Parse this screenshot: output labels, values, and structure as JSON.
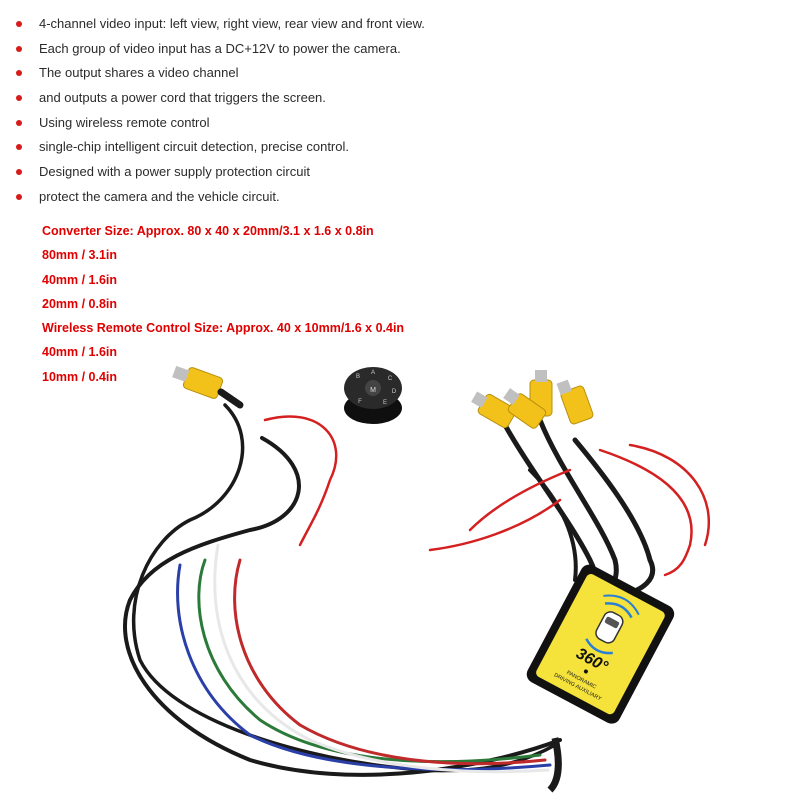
{
  "features": [
    "4-channel video input: left view, right view, rear view and front view.",
    "Each group of video input has a DC+12V to power the camera.",
    "The output shares a video channel",
    "and outputs a power cord that triggers the screen.",
    "Using wireless remote control",
    "single-chip intelligent circuit detection, precise control.",
    "Designed with a power supply protection circuit",
    "protect the camera and the vehicle circuit."
  ],
  "sizes": {
    "converter_heading": "Converter Size: Approx. 80 x 40 x 20mm/3.1 x 1.6 x 0.8in",
    "converter_lines": [
      "80mm / 3.1in",
      "40mm / 1.6in",
      "20mm / 0.8in"
    ],
    "remote_heading": "Wireless Remote Control Size: Approx. 40 x 10mm/1.6 x 0.4in",
    "remote_lines": [
      "40mm / 1.6in",
      "10mm / 0.4in"
    ]
  },
  "device": {
    "logo": "360°",
    "label_line1": "PANORAMIC",
    "label_line2": "DRIVING AUXILIARY"
  },
  "remote_buttons": [
    "B",
    "A",
    "M",
    "C",
    "D",
    "E",
    "F"
  ],
  "colors": {
    "bullet": "#d71a1a",
    "size_text": "#e00000",
    "rca_yellow": "#f2c21a",
    "box_yellow": "#f5e23a",
    "wire_black": "#1a1a1a",
    "wire_red": "#d42020"
  }
}
